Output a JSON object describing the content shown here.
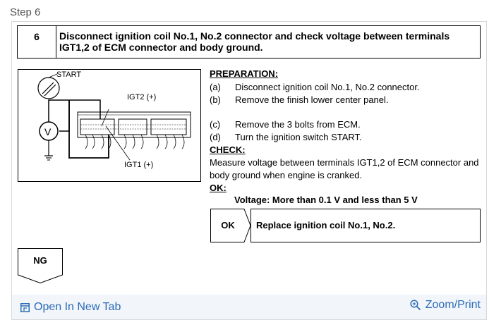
{
  "step": {
    "label": "Step 6"
  },
  "header": {
    "number": "6",
    "title": "Disconnect ignition coil No.1, No.2 connector and check voltage between terminals IGT1,2 of ECM connector and body ground."
  },
  "diagram": {
    "start_label": "START",
    "meter_label": "V",
    "igt2_label": "IGT2 (+)",
    "igt1_label": "IGT1 (+)"
  },
  "preparation": {
    "heading": "PREPARATION:",
    "items": [
      {
        "tag": "(a)",
        "text": "Disconnect ignition coil No.1, No.2 connector."
      },
      {
        "tag": "(b)",
        "text": "Remove the finish lower center panel."
      },
      {
        "tag": "(c)",
        "text": "Remove the 3 bolts from ECM."
      },
      {
        "tag": "(d)",
        "text": "Turn the ignition switch START."
      }
    ]
  },
  "check": {
    "heading": "CHECK:",
    "text": "Measure voltage between terminals IGT1,2 of ECM connector and body ground when engine is cranked."
  },
  "ok": {
    "heading": "OK:",
    "voltage": "Voltage: More than 0.1 V and less than 5 V",
    "label": "OK",
    "result": "Replace ignition coil No.1, No.2."
  },
  "ng": {
    "label": "NG"
  },
  "footer": {
    "open_label": "Open In New Tab",
    "zoom_label": "Zoom/Print",
    "link_color": "#2a6bb8"
  }
}
